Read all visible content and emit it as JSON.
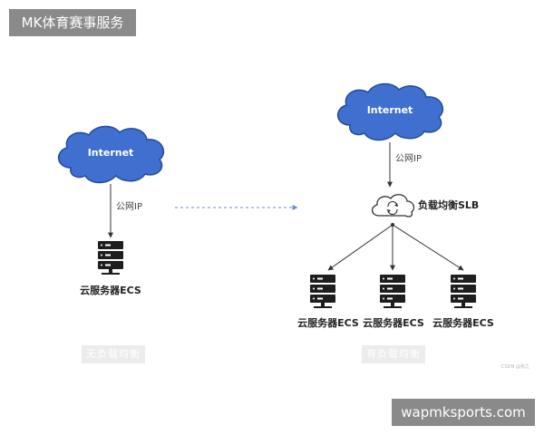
{
  "watermarks": {
    "top_brand": "MK体育赛事服务",
    "bottom_url": "wapmksports.com"
  },
  "left_panel": {
    "cloud_label": "Internet",
    "link_label": "公网IP",
    "server_label": "云服务器ECS",
    "caption": "无负载均衡"
  },
  "right_panel": {
    "cloud_label": "Internet",
    "link_label": "公网IP",
    "slb_label": "负载均衡SLB",
    "servers": [
      "云服务器ECS",
      "云服务器ECS",
      "云服务器ECS"
    ],
    "caption": "有负载均衡"
  },
  "credit": "CSDN @张之",
  "colors": {
    "cloud_fill": "#3f6fcf",
    "cloud_stroke": "#244a9c",
    "server": "#1e1e1e",
    "line": "#333333",
    "dashed": "#6a8cc8",
    "watermark_bg": "#8a8a8a"
  },
  "icons": [
    "cloud-icon",
    "server-icon",
    "refresh-cloud-icon"
  ]
}
